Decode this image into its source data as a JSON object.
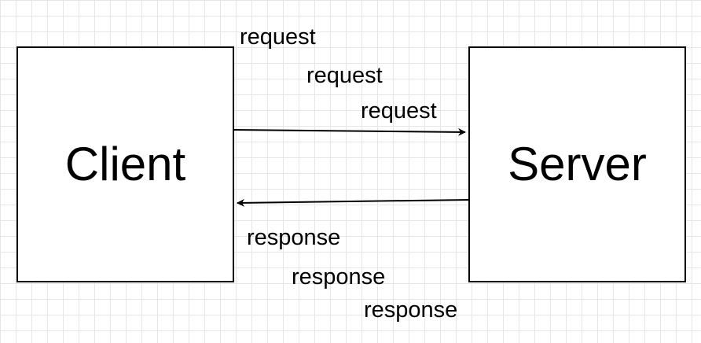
{
  "nodes": {
    "client": {
      "label": "Client"
    },
    "server": {
      "label": "Server"
    }
  },
  "edges": {
    "request": {
      "labels": [
        "request",
        "request",
        "request"
      ]
    },
    "response": {
      "labels": [
        "response",
        "response",
        "response"
      ]
    }
  },
  "colors": {
    "stroke": "#000000",
    "grid": "#e6e6e6",
    "background": "#ffffff"
  }
}
